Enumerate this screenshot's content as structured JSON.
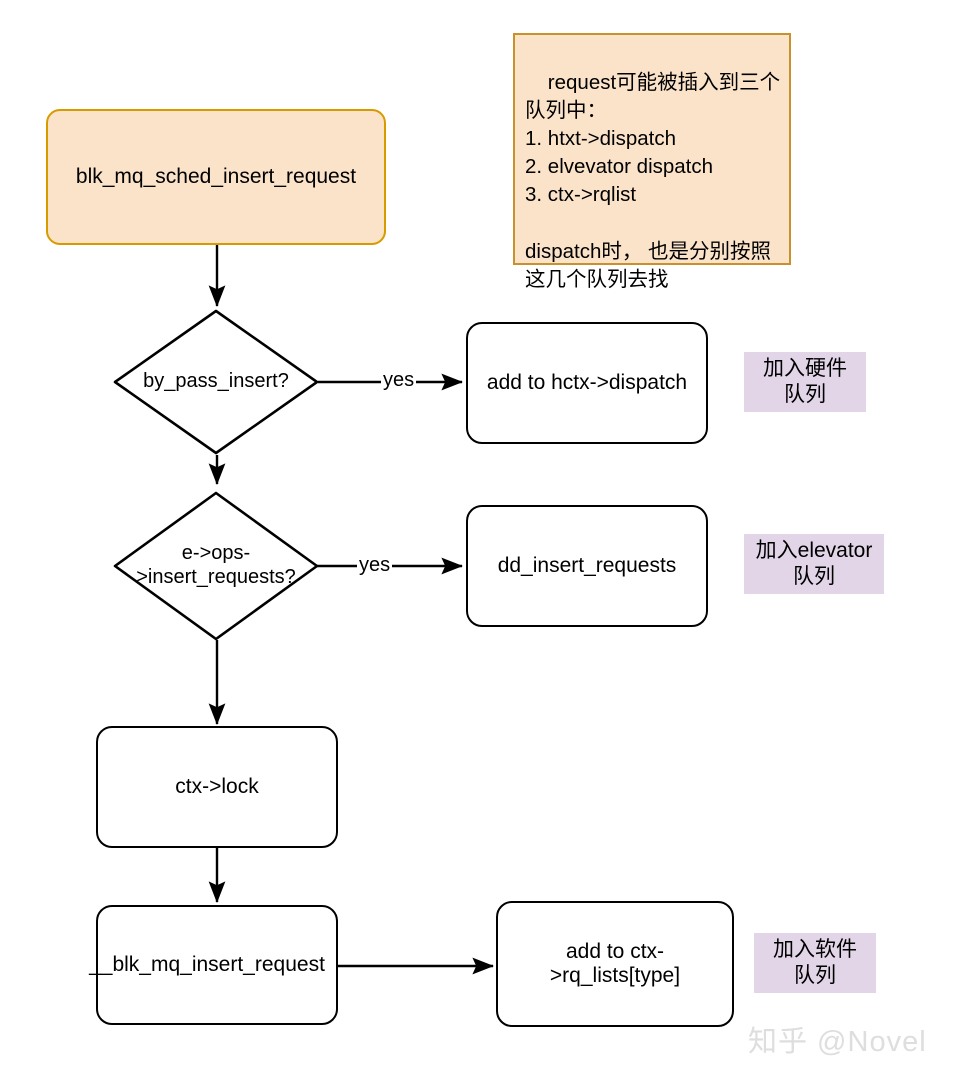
{
  "diagram": {
    "title": "blk_mq_sched_insert_request flow",
    "colors": {
      "note_fill": "#fbe3ca",
      "note_border": "#c8912b",
      "start_fill": "#fbe3ca",
      "start_border": "#d79b00",
      "tag_fill": "#e1d5e7",
      "stroke": "#000000",
      "background": "#ffffff",
      "watermark": "#dedede"
    },
    "nodes": {
      "start": {
        "label": "blk_mq_sched_insert_request"
      },
      "decision_bypass": {
        "label": "by_pass_insert?"
      },
      "hctx_dispatch": {
        "label": "add to hctx->dispatch"
      },
      "decision_ops": {
        "line1": "e->ops-",
        "line2": ">insert_requests?"
      },
      "dd_insert": {
        "label": "dd_insert_requests"
      },
      "ctx_lock": {
        "label": "ctx->lock"
      },
      "blk_mq_insert": {
        "label": "__blk_mq_insert_request"
      },
      "ctx_rq_lists": {
        "line1": "add to ctx-",
        "line2": ">rq_lists[type]"
      }
    },
    "edge_labels": {
      "bypass_yes": "yes",
      "ops_yes": "yes"
    },
    "note": {
      "text": "request可能被插入到三个队列中：\n1. htxt->dispatch\n2. elvevator dispatch\n3. ctx->rqlist\n\ndispatch时， 也是分别按照这几个队列去找"
    },
    "tags": {
      "hardware_queue": "加入硬件\n队列",
      "elevator_queue": "加入elevator\n队列",
      "software_queue": "加入软件\n队列"
    },
    "watermark": {
      "text": "知乎 @Novel"
    }
  }
}
